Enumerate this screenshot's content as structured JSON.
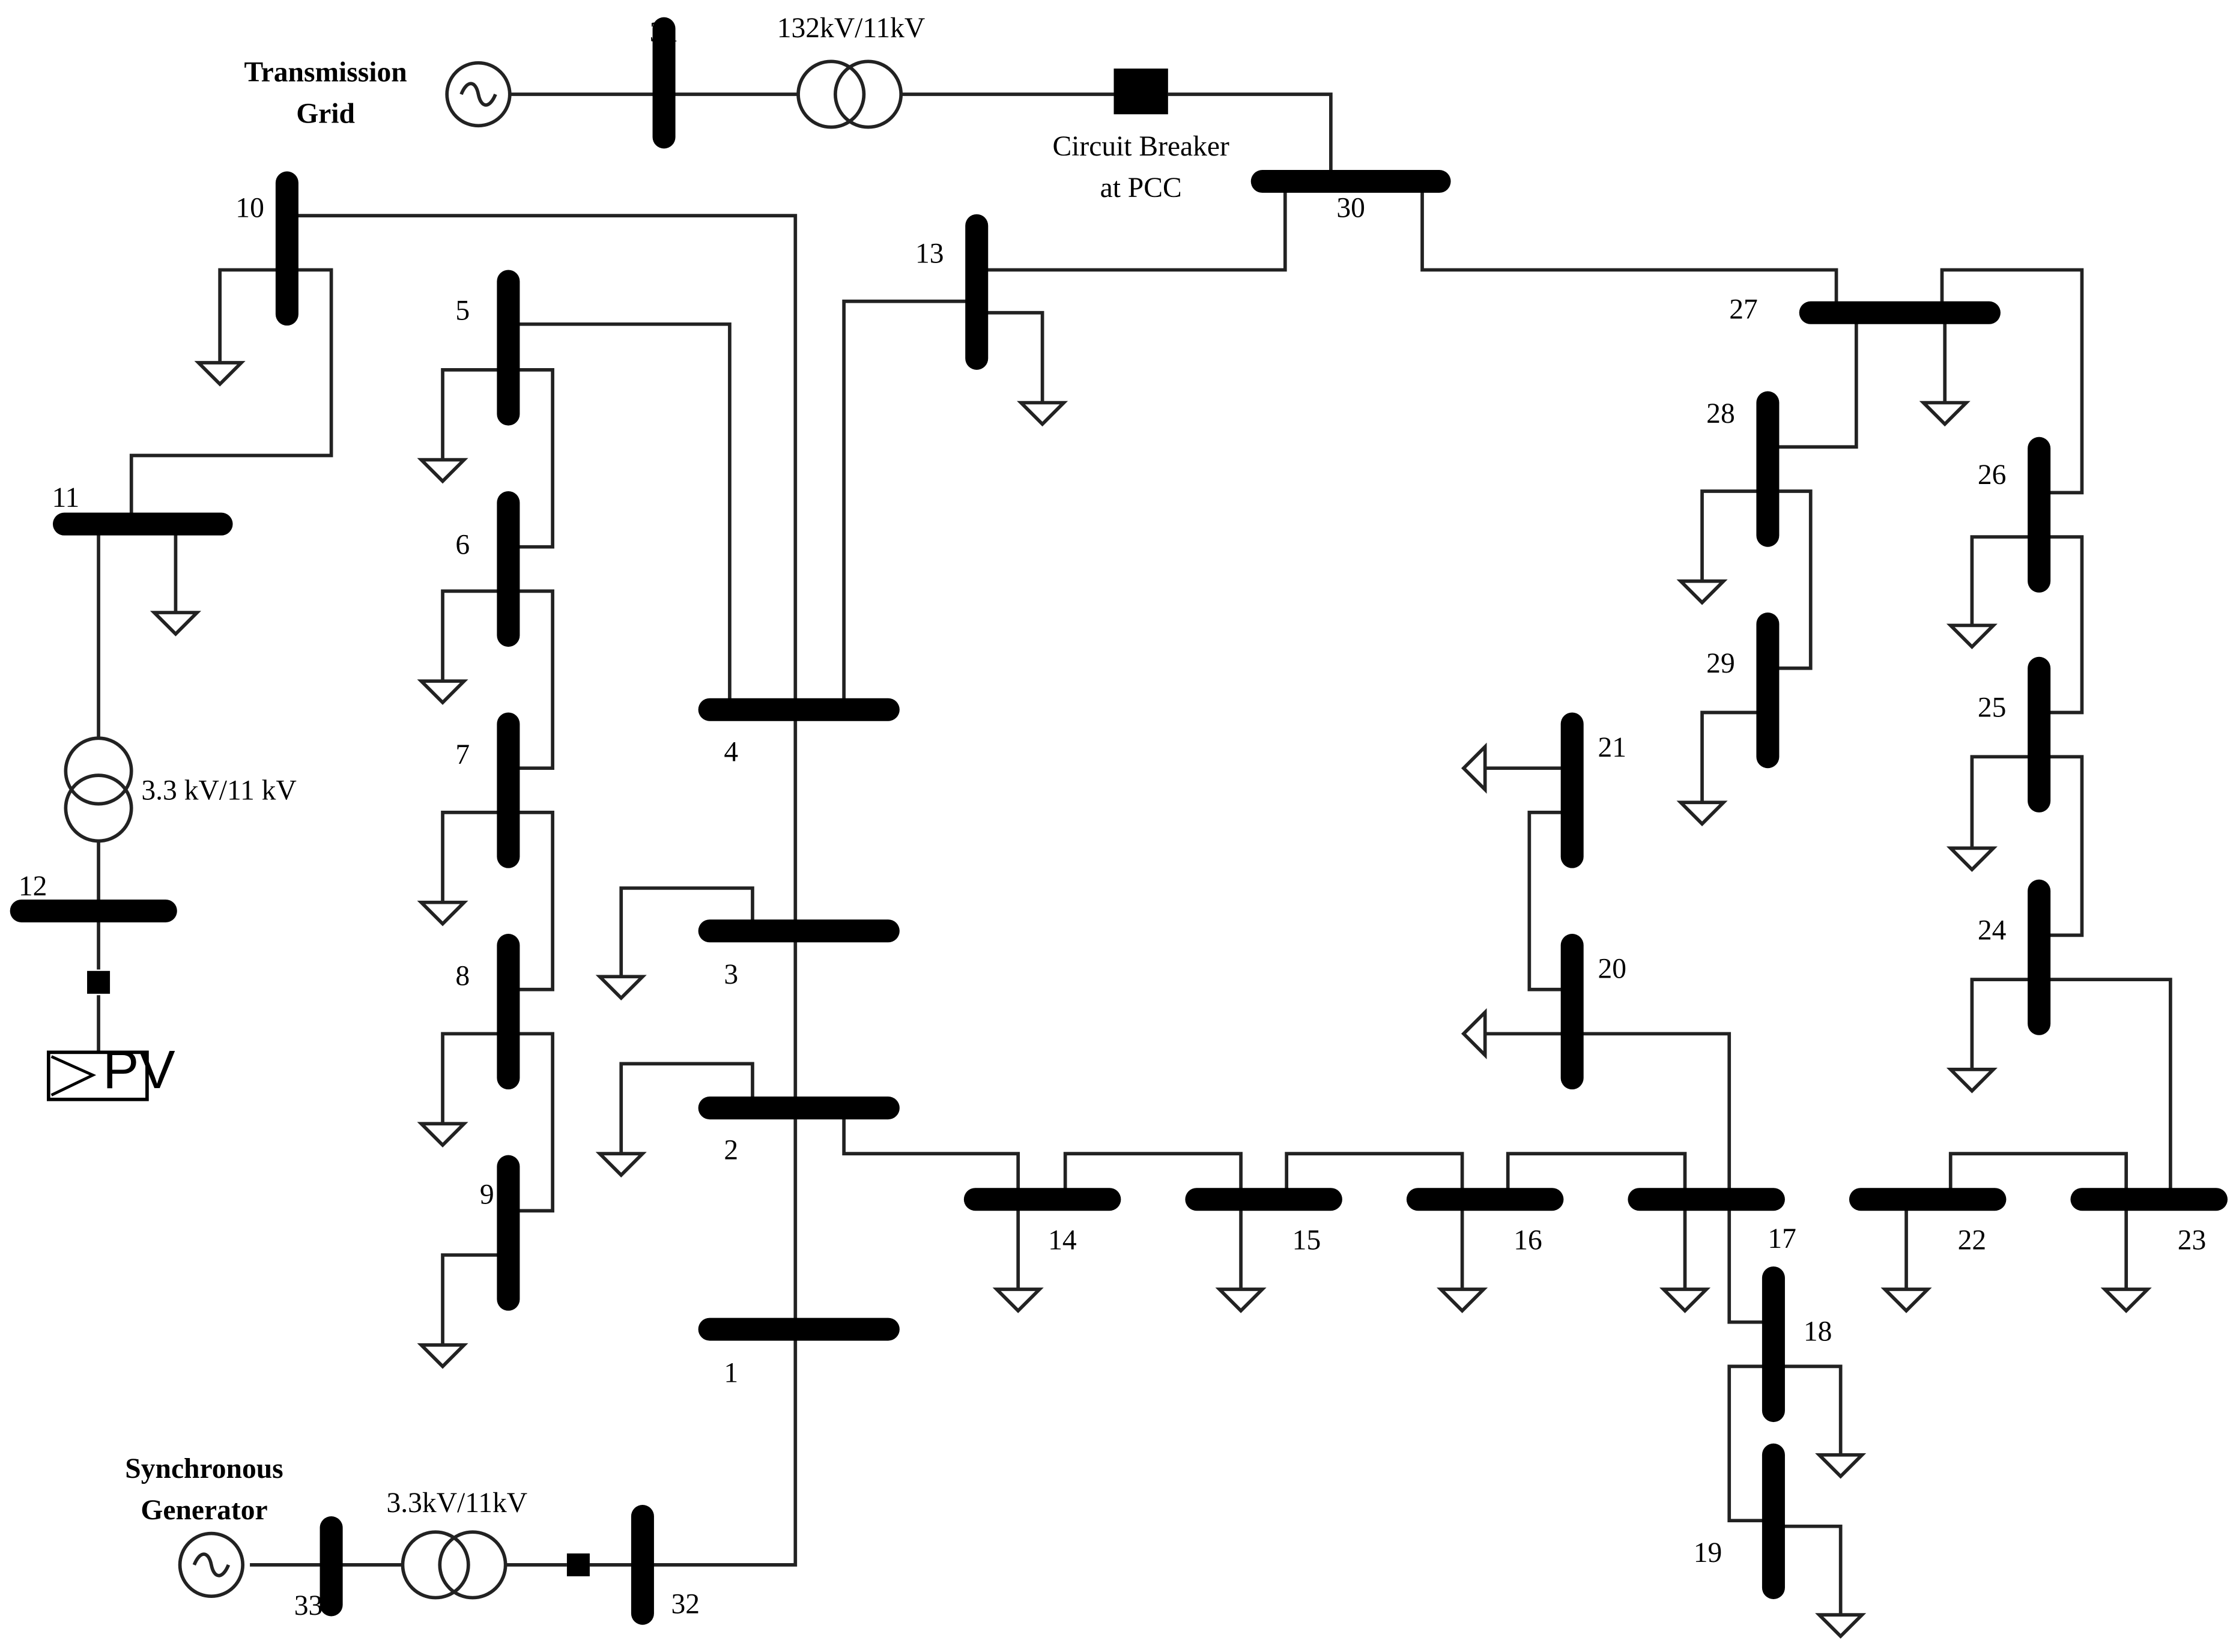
{
  "labels": {
    "transmission_grid_1": "Transmission",
    "transmission_grid_2": "Grid",
    "transformer_132_11": "132kV/11kV",
    "circuit_breaker_1": "Circuit Breaker",
    "circuit_breaker_2": "at PCC",
    "transformer_3_3_11": "3.3 kV/11 kV",
    "pv": "PV",
    "sync_gen_1": "Synchronous",
    "sync_gen_2": "Generator",
    "transformer_3_3_11_gen": "3.3kV/11kV"
  },
  "buses": {
    "b1": "1",
    "b2": "2",
    "b3": "3",
    "b4": "4",
    "b5": "5",
    "b6": "6",
    "b7": "7",
    "b8": "8",
    "b9": "9",
    "b10": "10",
    "b11": "11",
    "b12": "12",
    "b13": "13",
    "b14": "14",
    "b15": "15",
    "b16": "16",
    "b17": "17",
    "b18": "18",
    "b19": "19",
    "b20": "20",
    "b21": "21",
    "b22": "22",
    "b23": "23",
    "b24": "24",
    "b25": "25",
    "b26": "26",
    "b27": "27",
    "b28": "28",
    "b29": "29",
    "b30": "30",
    "b31": "31",
    "b32": "32",
    "b33": "33"
  },
  "icons": {
    "source": "ac-source-icon",
    "transformer": "transformer-icon",
    "breaker": "circuit-breaker-icon",
    "load": "load-arrow-icon",
    "pv": "pv-inverter-icon"
  }
}
